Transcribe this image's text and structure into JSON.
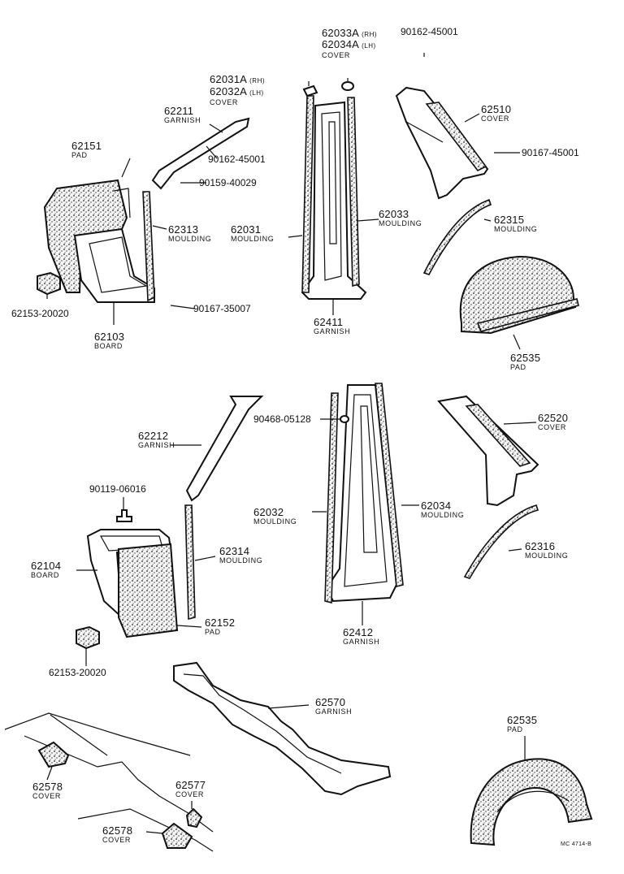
{
  "diagram_code": "MC 4714-B",
  "labels": {
    "p62033A": {
      "part": "62033A",
      "side": "(RH)"
    },
    "p62034A": {
      "part": "62034A",
      "side": "(LH)",
      "desc": "COVER"
    },
    "p90162_45001_top": {
      "part": "90162-45001"
    },
    "p62031A": {
      "part": "62031A",
      "side": "(RH)"
    },
    "p62032A": {
      "part": "62032A",
      "side": "(LH)",
      "desc": "COVER"
    },
    "p62211": {
      "part": "62211",
      "desc": "GARNISH"
    },
    "p62510": {
      "part": "62510",
      "desc": "COVER"
    },
    "p62151": {
      "part": "62151",
      "desc": "PAD"
    },
    "p90162_45001_mid": {
      "part": "90162-45001"
    },
    "p90167_45001": {
      "part": "90167-45001"
    },
    "p90159_40029": {
      "part": "90159-40029"
    },
    "p62033": {
      "part": "62033",
      "desc": "MOULDING"
    },
    "p62313": {
      "part": "62313",
      "desc": "MOULDING"
    },
    "p62031": {
      "part": "62031",
      "desc": "MOULDING"
    },
    "p62315": {
      "part": "62315",
      "desc": "MOULDING"
    },
    "p62153_a": {
      "part": "62153-20020"
    },
    "p90167_35007": {
      "part": "90167-35007"
    },
    "p62411": {
      "part": "62411",
      "desc": "GARNISH"
    },
    "p62103": {
      "part": "62103",
      "desc": "BOARD"
    },
    "p62535_a": {
      "part": "62535",
      "desc": "PAD"
    },
    "p62212": {
      "part": "62212",
      "desc": "GARNISH"
    },
    "p90468_05128": {
      "part": "90468-05128"
    },
    "p62520": {
      "part": "62520",
      "desc": "COVER"
    },
    "p90119_06016": {
      "part": "90119-06016"
    },
    "p62032": {
      "part": "62032",
      "desc": "MOULDING"
    },
    "p62034": {
      "part": "62034",
      "desc": "MOULDING"
    },
    "p62314": {
      "part": "62314",
      "desc": "MOULDING"
    },
    "p62316": {
      "part": "62316",
      "desc": "MOULDING"
    },
    "p62104": {
      "part": "62104",
      "desc": "BOARD"
    },
    "p62152": {
      "part": "62152",
      "desc": "PAD"
    },
    "p62412": {
      "part": "62412",
      "desc": "GARNISH"
    },
    "p62153_b": {
      "part": "62153-20020"
    },
    "p62570": {
      "part": "62570",
      "desc": "GARNISH"
    },
    "p62535_b": {
      "part": "62535",
      "desc": "PAD"
    },
    "p62578_a": {
      "part": "62578",
      "desc": "COVER"
    },
    "p62577": {
      "part": "62577",
      "desc": "COVER"
    },
    "p62578_b": {
      "part": "62578",
      "desc": "COVER"
    }
  }
}
